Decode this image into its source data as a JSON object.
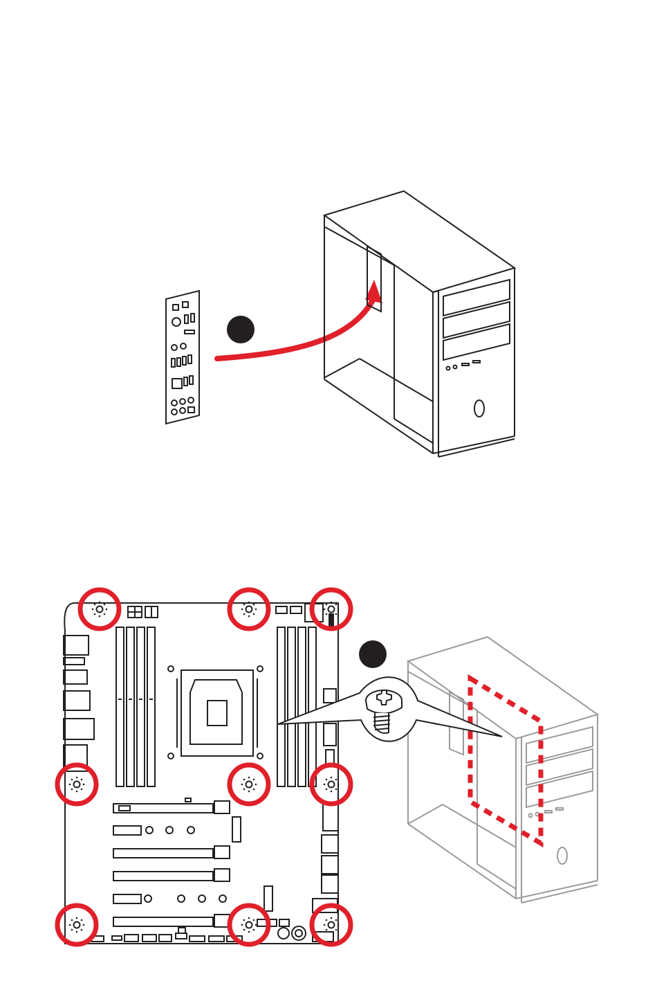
{
  "figure": {
    "top_illustration": "install-io-shield",
    "bottom_illustration": "mount-motherboard-screws"
  },
  "steps": [
    {
      "badge": "step-1",
      "label": ""
    },
    {
      "badge": "step-2",
      "label": ""
    }
  ],
  "colors": {
    "line": "#231f20",
    "accent_red": "#e0202a",
    "gray_line": "#9a9a9a",
    "background": "#ffffff"
  },
  "icons": {
    "arrow": "curved-arrow-icon",
    "screw": "screw-icon",
    "standoff": "standoff-hole-icon"
  },
  "standoff_count": 9
}
